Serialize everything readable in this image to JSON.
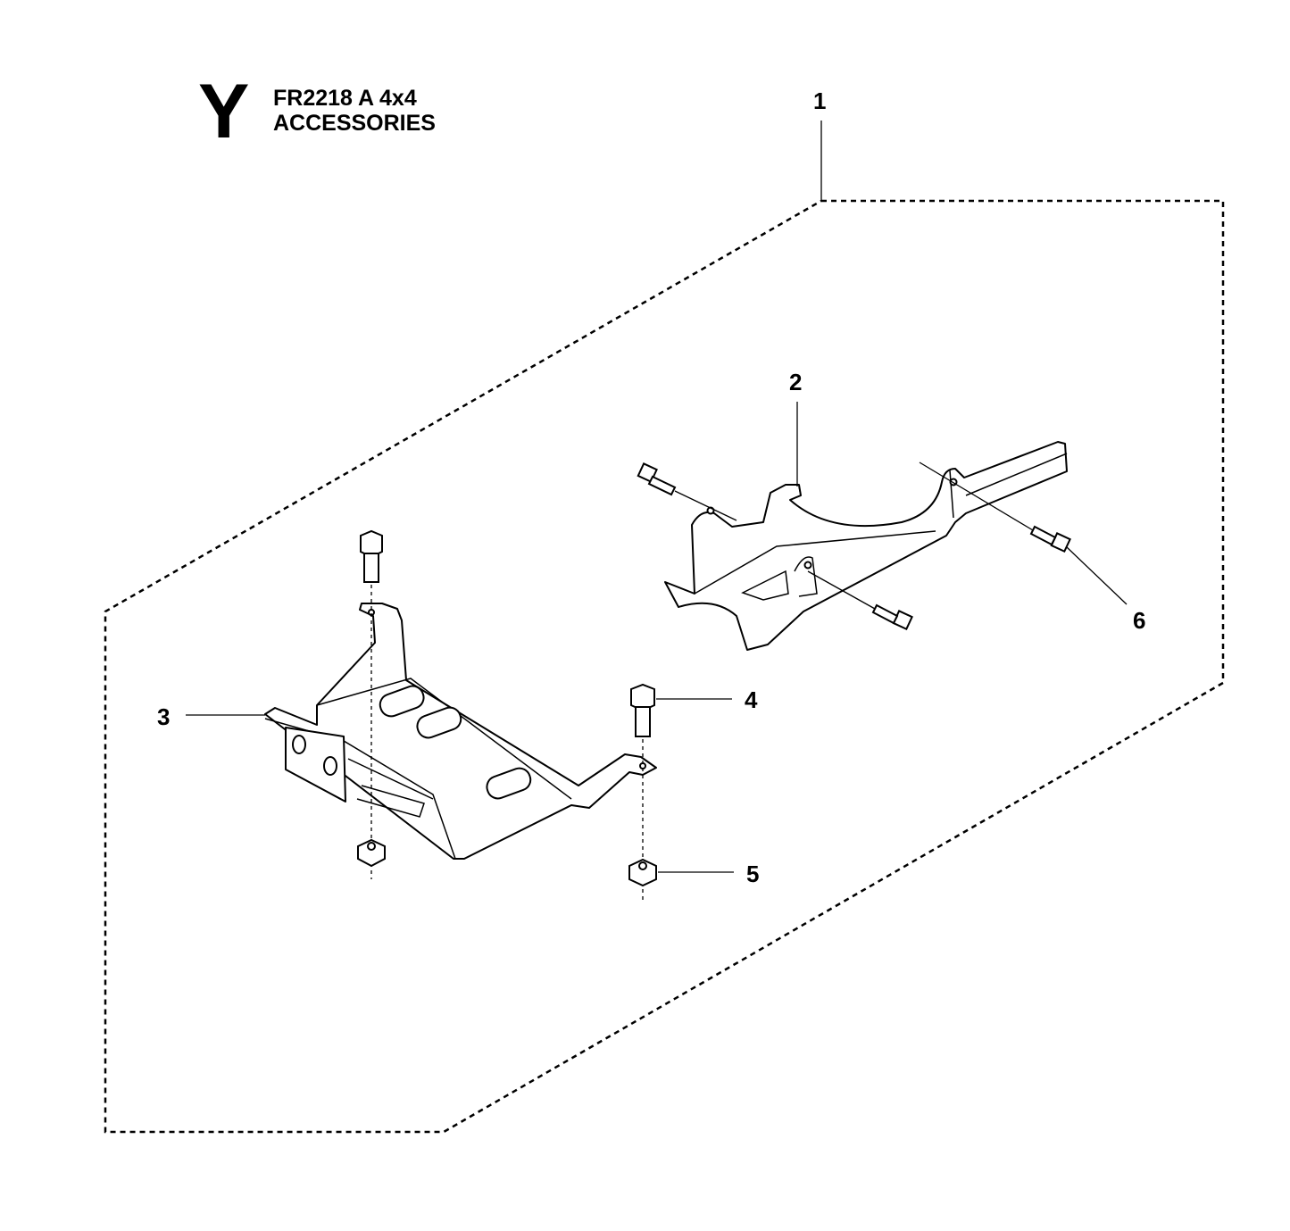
{
  "header": {
    "section_letter": "Y",
    "model": "FR2218 A 4x4",
    "group": "ACCESSORIES"
  },
  "callouts": [
    {
      "id": "1"
    },
    {
      "id": "2"
    },
    {
      "id": "3"
    },
    {
      "id": "4"
    },
    {
      "id": "5"
    },
    {
      "id": "6"
    }
  ]
}
